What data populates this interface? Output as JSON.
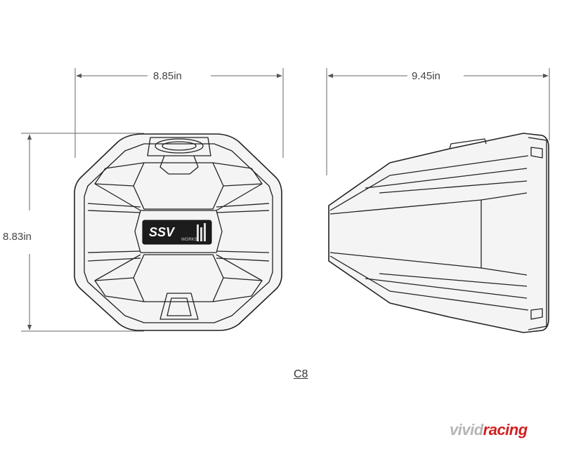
{
  "dimensions": {
    "front_width": "8.85in",
    "front_height": "8.83in",
    "side_depth": "9.45in"
  },
  "badge": {
    "text": "SSV",
    "subtext": "WORKS"
  },
  "caption": "C8",
  "watermark": {
    "part1": "vivid",
    "part2": "racing"
  },
  "colors": {
    "line": "#222222",
    "dimension": "#555555",
    "body_fill": "#f4f4f4",
    "badge_fill": "#1c1c1c",
    "watermark_red": "#d02020"
  }
}
